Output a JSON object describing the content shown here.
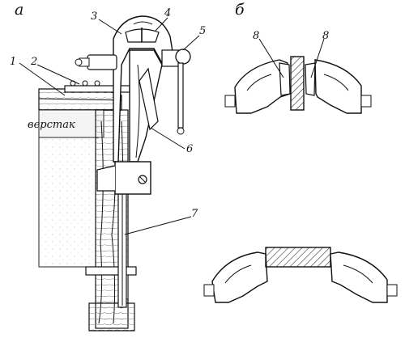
{
  "panels": {
    "a": "а",
    "b": "б"
  },
  "workbench_label": "верстак",
  "callouts": {
    "n1": "1",
    "n2": "2",
    "n3": "3",
    "n4": "4",
    "n5": "5",
    "n6": "6",
    "n7": "7",
    "n8a": "8",
    "n8b": "8"
  },
  "colors": {
    "ink": "#111111",
    "paper": "#ffffff",
    "hatch": "#555555"
  }
}
